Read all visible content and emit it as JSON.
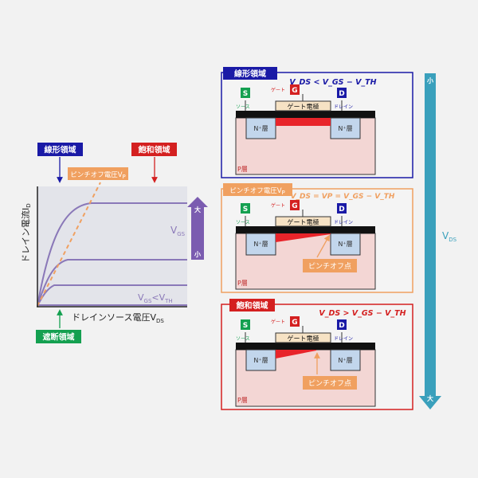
{
  "graph": {
    "y_axis_label": "ドレイン電流I",
    "y_axis_sub": "D",
    "x_axis_label": "ドレインソース電圧V",
    "x_axis_sub": "DS",
    "label_linear": "線形領域",
    "label_saturation": "飽和領域",
    "label_cutoff": "遮断領域",
    "label_pinchoff_voltage": "ピンチオフ電圧V",
    "label_pinchoff_sub": "P",
    "vgs_label": "V",
    "vgs_sub": "GS",
    "vgs_arrow_top": "大",
    "vgs_arrow_bottom": "小",
    "cutoff_condition_a": "V",
    "cutoff_condition_a_sub": "GS",
    "cutoff_condition_op": "<V",
    "cutoff_condition_b_sub": "TH"
  },
  "panels": [
    {
      "title": "線形領域",
      "condition": "V_DS < V_GS − V_TH",
      "color": "#1a1aa6"
    },
    {
      "title": "ピンチオフ電圧V",
      "title_sub": "P",
      "condition": "V_DS = VP = V_GS − V_TH",
      "color": "#f0a060",
      "callout": "ピンチオフ点"
    },
    {
      "title": "飽和領域",
      "condition": "V_DS > V_GS − V_TH",
      "color": "#d42020",
      "callout": "ピンチオフ点"
    }
  ],
  "device": {
    "source_letter": "S",
    "source_label": "ソース",
    "gate_letter": "G",
    "gate_label": "ゲート",
    "drain_letter": "D",
    "drain_label": "ドレイン",
    "gate_electrode": "ゲート電極",
    "n_region": "N⁺層",
    "p_region": "P層"
  },
  "vds_arrow": {
    "label": "V",
    "label_sub": "DS",
    "top": "小",
    "bottom": "大"
  },
  "colors": {
    "linear": "#1a1aa6",
    "saturation": "#d42020",
    "cutoff": "#14a050",
    "pinchoff": "#f0a060",
    "curve": "#8a78b8",
    "vds_arrow": "#3aa0bc"
  }
}
